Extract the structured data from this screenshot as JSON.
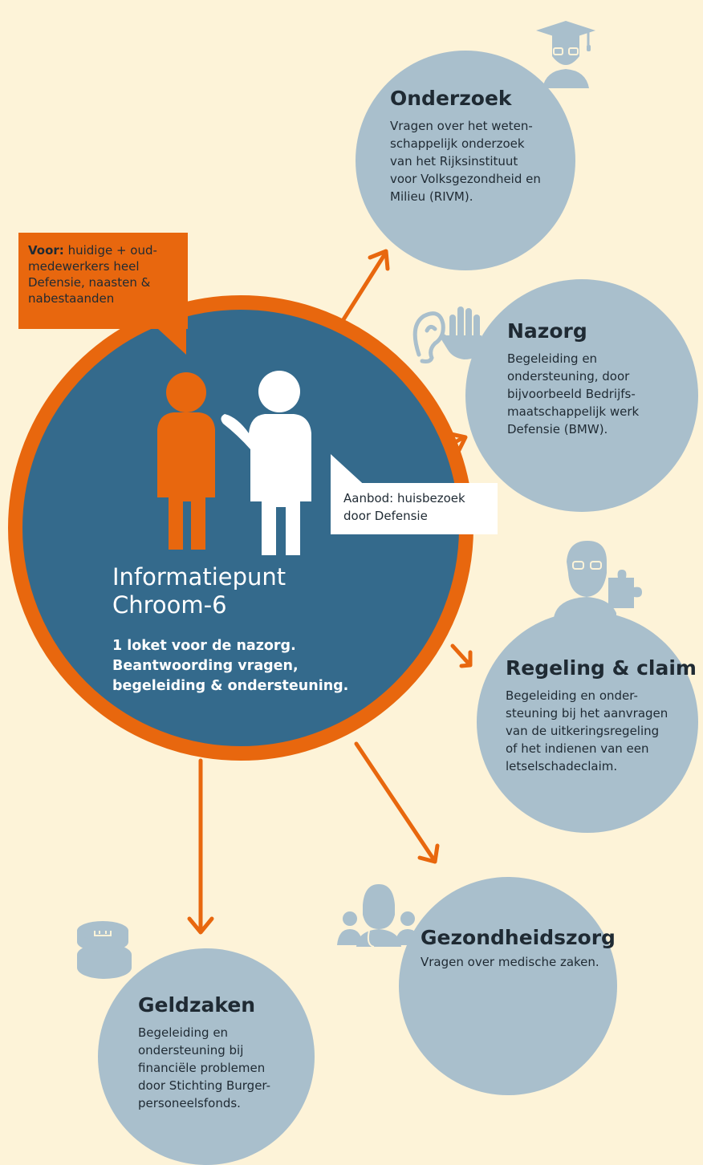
{
  "main": {
    "title": "Informatiepunt\nChroom-6",
    "subtitle": "1 loket voor de nazorg.\nBeantwoording vragen,\nbegeleiding & ondersteuning."
  },
  "voor": {
    "label": "Voor:",
    "text": "huidige + oud-medewerkers heel Defensie, naasten & nabestaanden"
  },
  "aanbod": {
    "text": "Aanbod: huisbezoek\ndoor Defensie"
  },
  "nodes": {
    "onderzoek": {
      "title": "Onderzoek",
      "body": "Vragen over het weten-\nschappelijk onderzoek\nvan het Rijksinstituut\nvoor Volksgezondheid en\nMilieu (RIVM).",
      "icon": "graduate-icon"
    },
    "nazorg": {
      "title": "Nazorg",
      "body": "Begeleiding en\nondersteuning, door\nbijvoorbeeld Bedrijfs-\nmaatschappelijk werk\nDefensie (BMW).",
      "icon": "ear-hand-icon"
    },
    "regeling": {
      "title": "Regeling & claim",
      "body": "Begeleiding en onder-\nsteuning bij het aanvragen\nvan de uitkeringsregeling\nof het indienen van een\nletselschadeclaim.",
      "icon": "lawyer-puzzle-icon"
    },
    "gezondheidszorg": {
      "title": "Gezondheidszorg",
      "body": "Vragen over medische zaken.",
      "icon": "doctor-icon"
    },
    "geldzaken": {
      "title": "Geldzaken",
      "body": "Begeleiding en\nondersteuning bij\nfinanciële problemen\ndoor Stichting Burger-\npersoneelsfonds.",
      "icon": "coins-icon"
    }
  },
  "colors": {
    "background": "#fdf3d8",
    "accent": "#e8670e",
    "main_fill": "#346a8c",
    "node_fill": "#a9bfcc",
    "text": "#1f2a33"
  }
}
